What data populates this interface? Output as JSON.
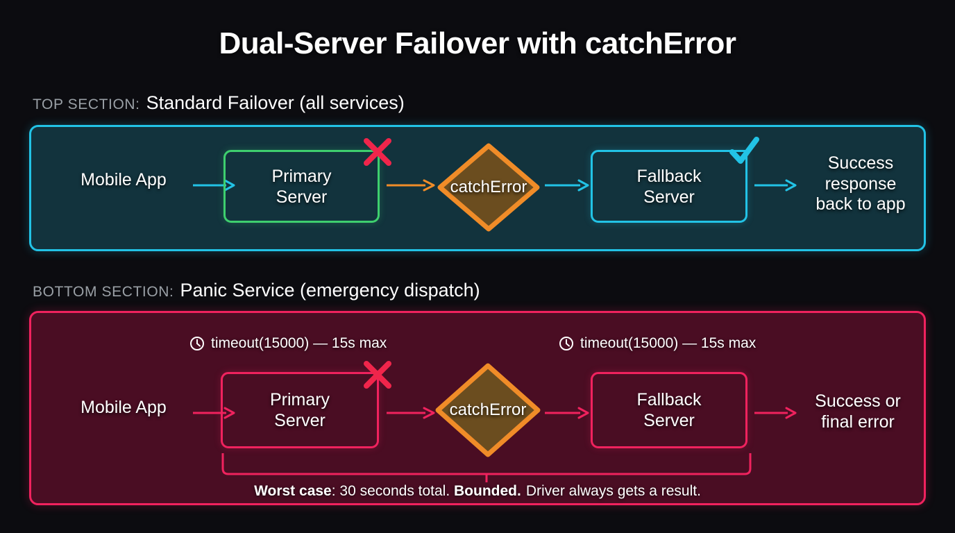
{
  "page": {
    "title": "Dual-Server Failover with catchError",
    "background": "#0c0c10"
  },
  "colors": {
    "top_border": "#22c3e6",
    "top_fill": "#12333d",
    "bottom_border": "#f0225e",
    "bottom_fill": "#4a0d23",
    "primary_green": "#3ecf6e",
    "diamond_stroke": "#f08c28",
    "diamond_fill": "#6b4d1f",
    "fail_x": "#f0254b",
    "check": "#22c3e6",
    "kicker": "#9aa0a6"
  },
  "sections": [
    {
      "kicker": "TOP SECTION:",
      "title": "Standard Failover (all services)",
      "nodes": {
        "source": "Mobile App",
        "primary": "Primary\nServer",
        "decision": "catchError",
        "fallback": "Fallback\nServer",
        "outcome": "Success\nresponse\nback to app"
      },
      "marks": {
        "primary_status": "fail-x-icon",
        "fallback_status": "check-icon"
      }
    },
    {
      "kicker": "BOTTOM SECTION:",
      "title": "Panic Service (emergency dispatch)",
      "nodes": {
        "source": "Mobile App",
        "primary": "Primary\nServer",
        "decision": "catchError",
        "fallback": "Fallback\nServer",
        "outcome": "Success or\nfinal error"
      },
      "marks": {
        "primary_status": "fail-x-icon"
      },
      "timeouts": [
        {
          "icon": "clock-icon",
          "text": "timeout(15000) — 15s max"
        },
        {
          "icon": "clock-icon",
          "text": "timeout(15000) — 15s max"
        }
      ],
      "caption": {
        "lead": "Worst case",
        "lead_tail": ": 30 seconds total. ",
        "emphasis": "Bounded.",
        "tail": "Driver always gets a result."
      }
    }
  ]
}
